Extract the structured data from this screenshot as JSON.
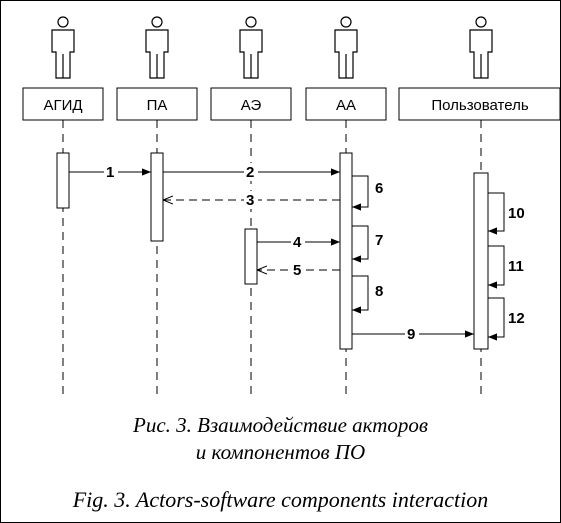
{
  "actors": [
    {
      "id": "agid",
      "label": "АГИД"
    },
    {
      "id": "pa",
      "label": "ПА"
    },
    {
      "id": "ae",
      "label": "АЭ"
    },
    {
      "id": "aa",
      "label": "АА"
    },
    {
      "id": "user",
      "label": "Пользователь"
    }
  ],
  "messages": [
    {
      "number": "1",
      "from": "АГИД",
      "to": "ПА",
      "style": "solid"
    },
    {
      "number": "2",
      "from": "ПА",
      "to": "АА",
      "style": "solid"
    },
    {
      "number": "3",
      "from": "АА",
      "to": "ПА",
      "style": "dashed"
    },
    {
      "number": "4",
      "from": "АЭ",
      "to": "АА",
      "style": "solid"
    },
    {
      "number": "5",
      "from": "АА",
      "to": "АЭ",
      "style": "dashed"
    },
    {
      "number": "6",
      "from": "АА",
      "to": "АА",
      "style": "self"
    },
    {
      "number": "7",
      "from": "АА",
      "to": "АА",
      "style": "self"
    },
    {
      "number": "8",
      "from": "АА",
      "to": "АА",
      "style": "self"
    },
    {
      "number": "9",
      "from": "АА",
      "to": "Пользователь",
      "style": "solid"
    },
    {
      "number": "10",
      "from": "Пользователь",
      "to": "Пользователь",
      "style": "self"
    },
    {
      "number": "11",
      "from": "Пользователь",
      "to": "Пользователь",
      "style": "self"
    },
    {
      "number": "12",
      "from": "Пользователь",
      "to": "Пользователь",
      "style": "self"
    }
  ],
  "caption": {
    "ru_line1": "Рис. 3. Взаимодействие акторов",
    "ru_line2": "и компонентов ПО",
    "en": "Fig. 3. Actors-software components interaction"
  }
}
